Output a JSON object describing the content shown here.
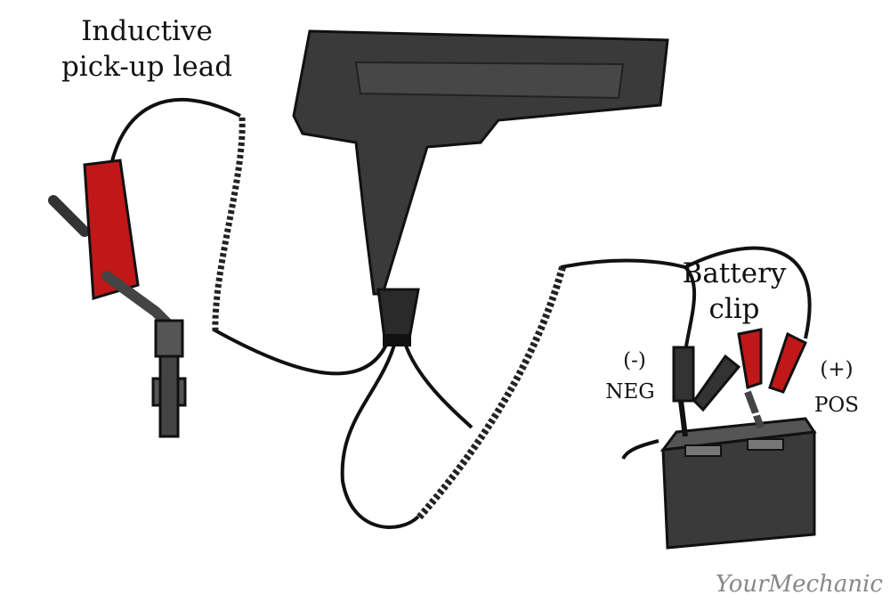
{
  "labels": {
    "inductive_line1": "Inductive",
    "inductive_line2": "pick-up lead",
    "battery_line1": "Battery",
    "battery_line2": "clip",
    "neg_sign": "(-)",
    "neg": "NEG",
    "pos_sign": "(+)",
    "pos": "POS"
  },
  "watermark": "YourMechanic",
  "colors": {
    "clamp_red": "#c01818",
    "body_dark": "#3a3a3a",
    "cable": "#111111"
  }
}
